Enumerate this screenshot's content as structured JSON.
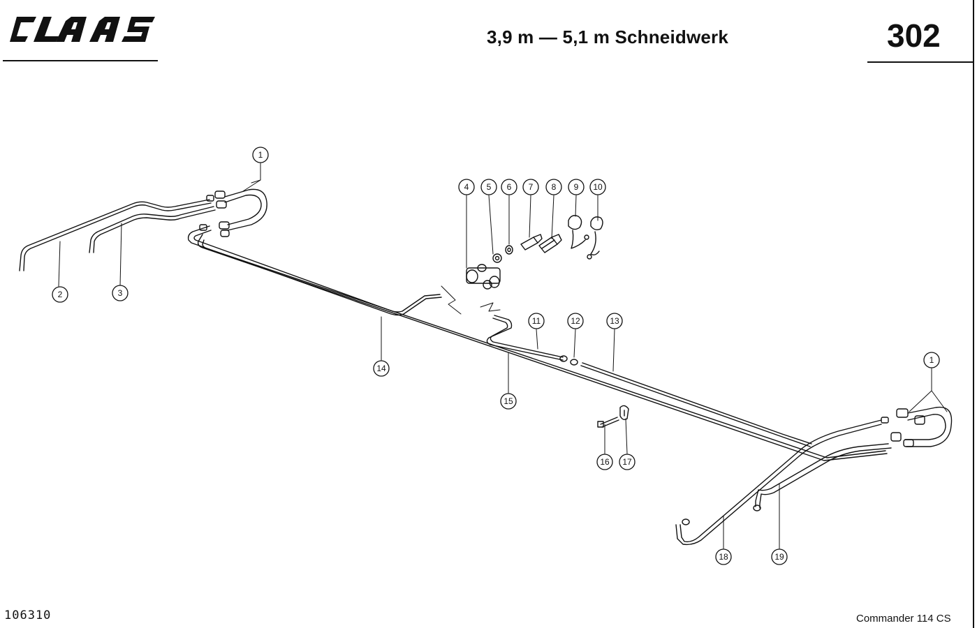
{
  "header": {
    "brand": "CLAAS",
    "title": "3,9 m — 5,1 m Schneidwerk",
    "page_number": "302"
  },
  "footer": {
    "document_id": "106310",
    "model": "Commander 114 CS"
  },
  "callouts": [
    "1",
    "2",
    "3",
    "4",
    "5",
    "6",
    "7",
    "8",
    "9",
    "10",
    "11",
    "12",
    "13",
    "14",
    "15",
    "16",
    "17",
    "18",
    "19",
    "1"
  ]
}
